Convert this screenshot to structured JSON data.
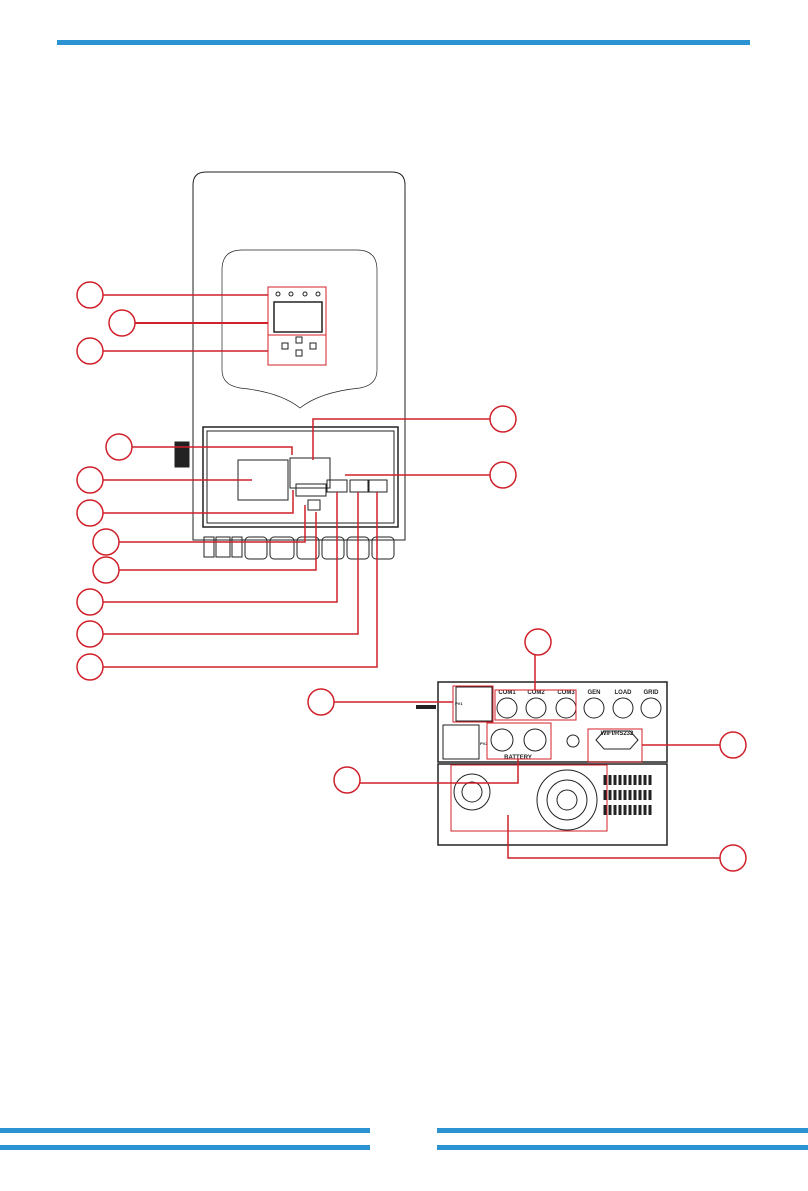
{
  "colors": {
    "accent_bar": "#2b93d1",
    "callout": "#d0202a",
    "drawing": "#222222"
  },
  "bottom_view": {
    "ports": [
      "COM1",
      "COM2",
      "COM3",
      "GEN",
      "LOAD",
      "GRID"
    ],
    "wifi_label": "WIFI/RS232",
    "battery_label": "BATTERY",
    "pv1_label": "PV1",
    "pv2_label": "PV2"
  }
}
